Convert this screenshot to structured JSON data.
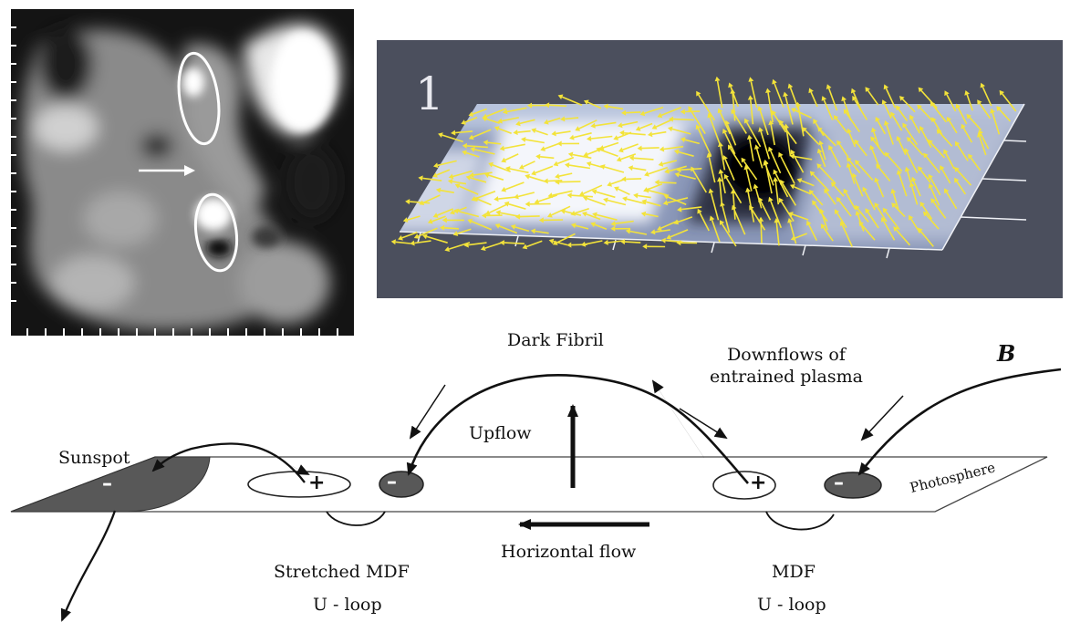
{
  "panel_number": "1",
  "labels": {
    "dark_fibril": "Dark Fibril",
    "downflows": "Downflows of\nentrained plasma",
    "b_field": "B",
    "sunspot": "Sunspot",
    "upflow": "Upflow",
    "photosphere": "Photosphere",
    "horizontal_flow": "Horizontal flow",
    "stretched_mdf": "Stretched MDF",
    "stretched_u_loop": "U - loop",
    "mdf": "MDF",
    "mdf_u_loop": "U - loop"
  },
  "polarity": {
    "plus": "+",
    "minus": "–"
  },
  "colors": {
    "spot_dark": "#565656",
    "flow_vectors": "#f3e33a",
    "flowmap_bg": "#4b4f5d",
    "ellipse": "#ffffff"
  }
}
